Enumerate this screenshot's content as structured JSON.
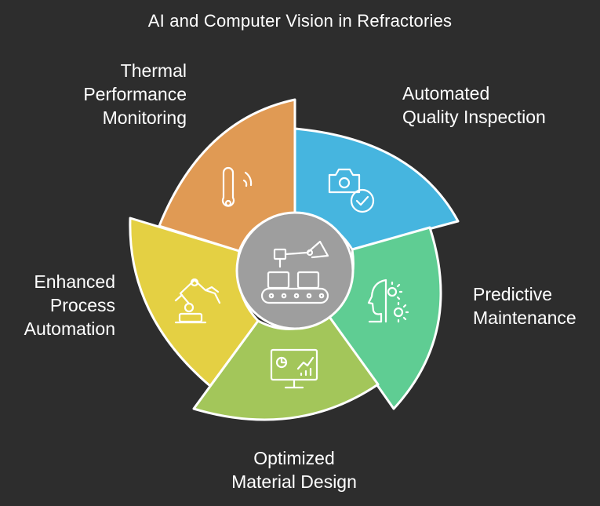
{
  "title": "AI and Computer Vision in Refractories",
  "segments": [
    {
      "id": "thermal",
      "lines": [
        "Thermal",
        "Performance",
        "Monitoring"
      ],
      "color": "#e09a54",
      "icon": "thermometer-icon"
    },
    {
      "id": "quality",
      "lines": [
        "Automated",
        "Quality Inspection"
      ],
      "color": "#46b5df",
      "icon": "camera-check-icon"
    },
    {
      "id": "predictive",
      "lines": [
        "Predictive",
        "Maintenance"
      ],
      "color": "#5fcd93",
      "icon": "head-gear-icon"
    },
    {
      "id": "material",
      "lines": [
        "Optimized",
        "Material Design"
      ],
      "color": "#a3c65a",
      "icon": "monitor-chart-icon"
    },
    {
      "id": "enhanced",
      "lines": [
        "Enhanced",
        "Process",
        "Automation"
      ],
      "color": "#e4d043",
      "icon": "robot-arm-icon"
    }
  ],
  "center": {
    "color": "#9e9e9e",
    "icon": "conveyor-robot-icon"
  }
}
